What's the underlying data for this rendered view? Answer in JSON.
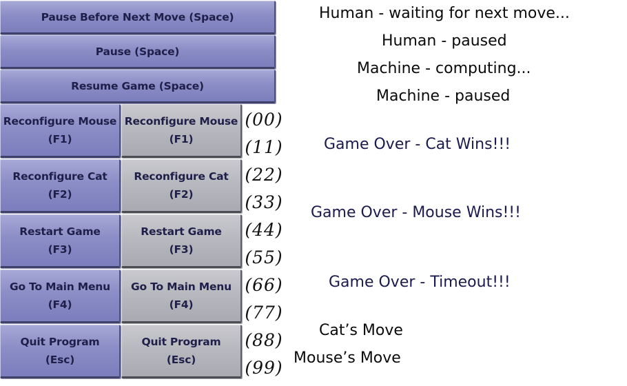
{
  "wide_buttons": {
    "pause_before_next_move": "Pause Before Next Move (Space)",
    "pause": "Pause (Space)",
    "resume_game": "Resume Game (Space)"
  },
  "button_grid": [
    {
      "line1": "Reconfigure Mouse",
      "line2": "(F1)"
    },
    {
      "line1": "Reconfigure Cat",
      "line2": "(F2)"
    },
    {
      "line1": "Restart Game",
      "line2": "(F3)"
    },
    {
      "line1": "Go To Main Menu",
      "line2": "(F4)"
    },
    {
      "line1": "Quit Program",
      "line2": "(Esc)"
    }
  ],
  "numbers": [
    "(00)",
    "(11)",
    "(22)",
    "(33)",
    "(44)",
    "(55)",
    "(66)",
    "(77)",
    "(88)",
    "(99)"
  ],
  "status_messages": {
    "human_waiting": "Human - waiting for next move...",
    "human_paused": "Human - paused",
    "machine_computing": "Machine - computing...",
    "machine_paused": "Machine - paused",
    "cat_wins": "Game Over - Cat Wins!!!",
    "mouse_wins": "Game Over - Mouse Wins!!!",
    "timeout": "Game Over - Timeout!!!",
    "cats_move": "Cat’s Move",
    "mouses_move": "Mouse’s Move"
  },
  "colors": {
    "active_button": "#8b8dc6",
    "inactive_button": "#b8b8bf",
    "game_over_text": "#1a1a4e",
    "status_text": "#0a0a0a"
  }
}
